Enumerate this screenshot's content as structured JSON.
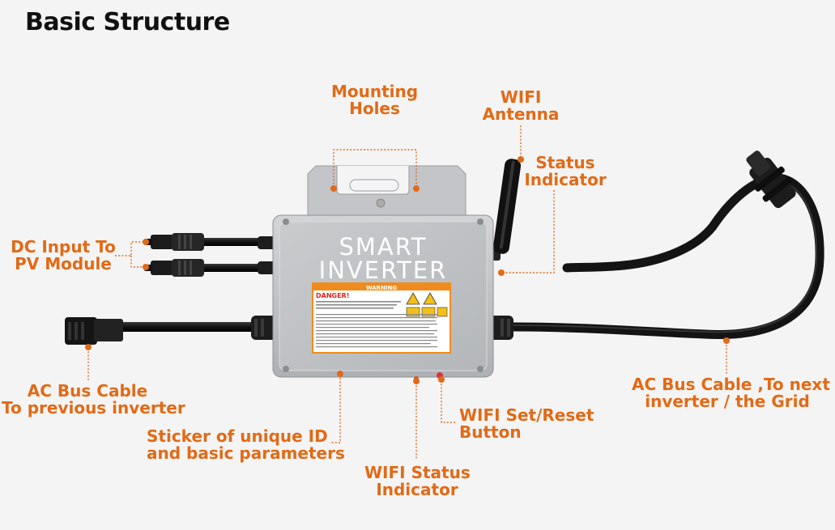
{
  "title": "Basic Structure",
  "device": {
    "brand_line1": "SMART",
    "brand_line2": "INVERTER",
    "danger": "DANGER!",
    "warning": "WARNING"
  },
  "labels": {
    "mounting_holes": [
      "Mounting",
      "Holes"
    ],
    "wifi_antenna": [
      "WIFI",
      "Antenna"
    ],
    "status_indicator": [
      "Status",
      "Indicator"
    ],
    "dc_input": [
      "DC Input To",
      "PV Module"
    ],
    "ac_bus_prev": [
      "AC Bus Cable",
      "To previous inverter"
    ],
    "ac_bus_next": [
      "AC Bus Cable ,To next",
      "inverter / the Grid"
    ],
    "sticker": [
      "Sticker of unique ID",
      "and basic parameters"
    ],
    "wifi_reset": [
      "WIFI Set/Reset",
      "Button"
    ],
    "wifi_status": [
      "WIFI Status",
      "Indicator"
    ]
  },
  "colors": {
    "accent": "#e26a16",
    "body": "#bfc2c5",
    "cable": "#1a1a1a",
    "warning_orange": "#f08c1e"
  }
}
